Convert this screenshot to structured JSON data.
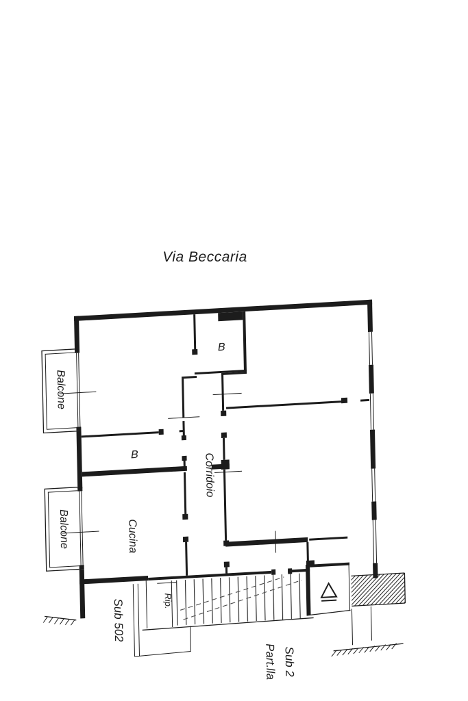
{
  "title": "Via Beccaria",
  "plan": {
    "rooms": {
      "balcone_top": "Balcone",
      "balcone_bottom": "Balcone",
      "bagno_top": "B",
      "bagno_mid": "B",
      "corridoio": "Corridoio",
      "cucina": "Cucina",
      "ripostiglio": "Rip."
    },
    "annotations": {
      "sub_502": "Sub 502",
      "parcel_line1": "Part.lla",
      "parcel_line2": "Sub 2"
    },
    "colors": {
      "ink": "#1c1c1c",
      "paper": "#ffffff"
    }
  }
}
